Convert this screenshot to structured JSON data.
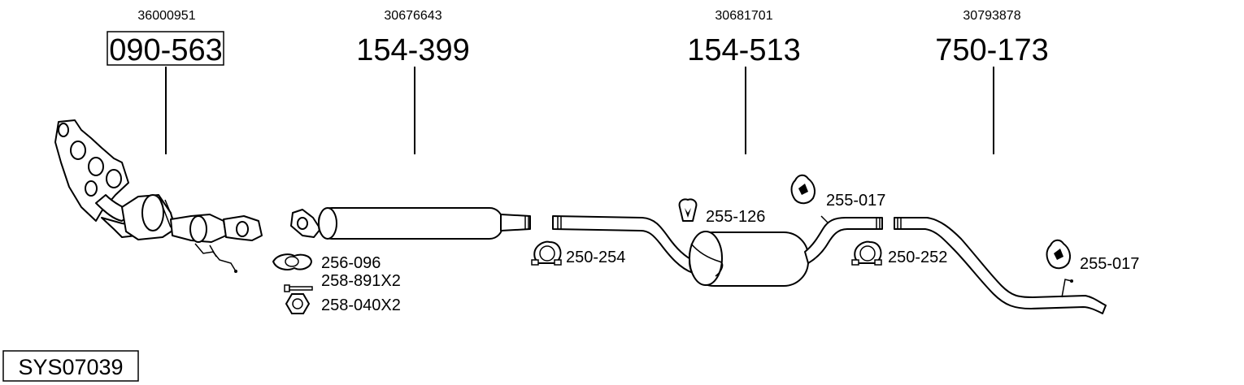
{
  "main_parts": [
    {
      "oem": "36000951",
      "part_no": "090-563",
      "boxed": true
    },
    {
      "oem": "30676643",
      "part_no": "154-399",
      "boxed": false
    },
    {
      "oem": "30681701",
      "part_no": "154-513",
      "boxed": false
    },
    {
      "oem": "30793878",
      "part_no": "750-173",
      "boxed": false
    }
  ],
  "accessories": [
    {
      "label": "256-096",
      "icon": "gasket-icon"
    },
    {
      "label": "258-891X2",
      "icon": "bolt-icon"
    },
    {
      "label": "258-040X2",
      "icon": "nut-icon"
    },
    {
      "label": "250-254",
      "icon": "clamp-icon"
    },
    {
      "label": "255-126",
      "icon": "rubber-hanger-icon"
    },
    {
      "label": "255-017",
      "icon": "rubber-hanger-icon"
    },
    {
      "label": "250-252",
      "icon": "clamp-icon"
    },
    {
      "label": "255-017",
      "icon": "rubber-hanger-icon"
    }
  ],
  "system_code": "SYS07039"
}
